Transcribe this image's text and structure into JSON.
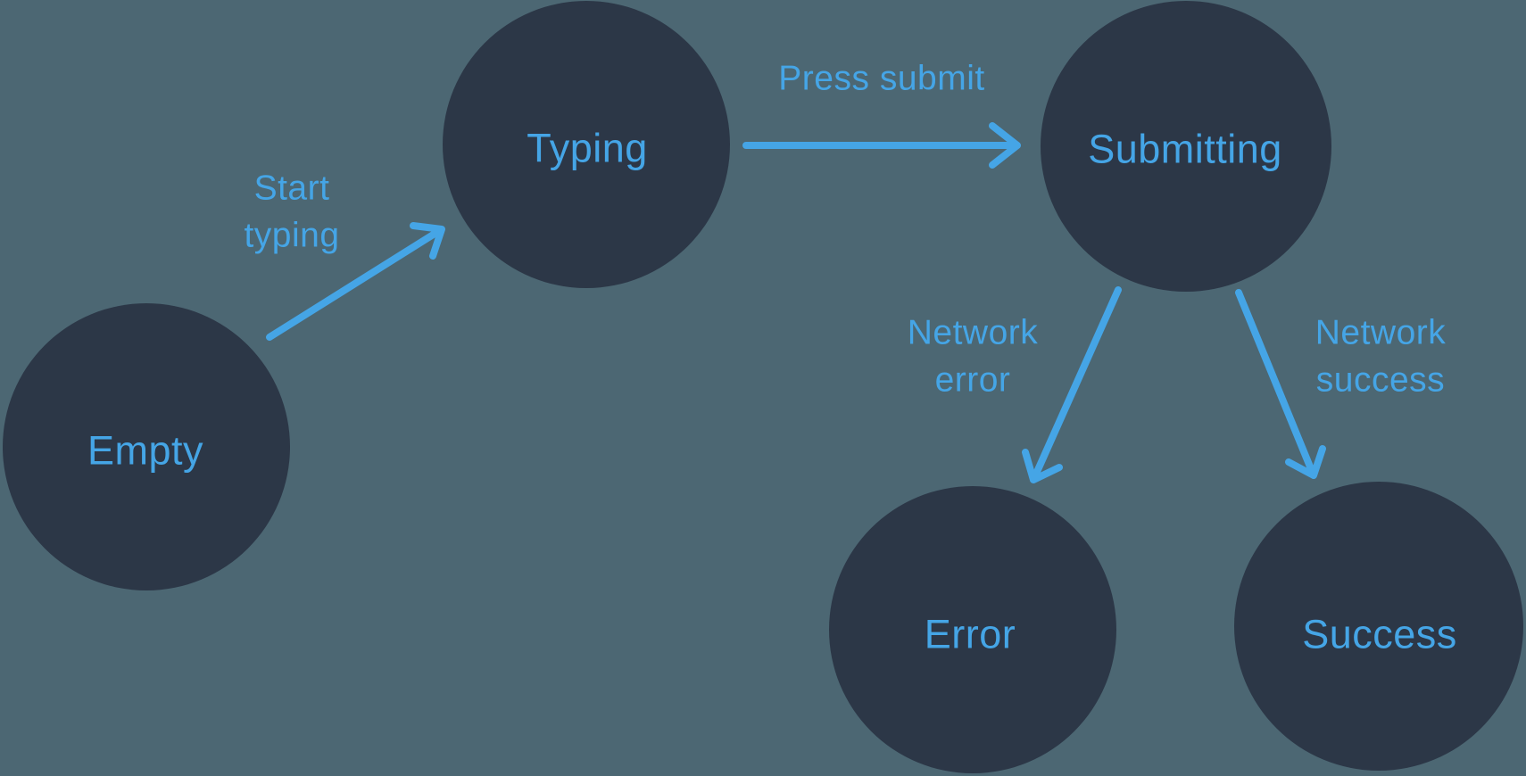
{
  "colors": {
    "background": "#4c6773",
    "state_fill": "#2c3747",
    "accent": "#45a5e6"
  },
  "diagram_type": "state-machine",
  "states": {
    "empty": {
      "label": "Empty"
    },
    "typing": {
      "label": "Typing"
    },
    "submitting": {
      "label": "Submitting"
    },
    "error": {
      "label": "Error"
    },
    "success": {
      "label": "Success"
    }
  },
  "transitions": {
    "start_typing": {
      "from": "Empty",
      "to": "Typing",
      "label": "Start typing",
      "lines": [
        "Start",
        "typing"
      ]
    },
    "press_submit": {
      "from": "Typing",
      "to": "Submitting",
      "label": "Press submit",
      "lines": [
        "Press submit"
      ]
    },
    "network_error": {
      "from": "Submitting",
      "to": "Error",
      "label": "Network error",
      "lines": [
        "Network",
        "error"
      ]
    },
    "network_success": {
      "from": "Submitting",
      "to": "Success",
      "label": "Network success",
      "lines": [
        "Network",
        "success"
      ]
    }
  }
}
